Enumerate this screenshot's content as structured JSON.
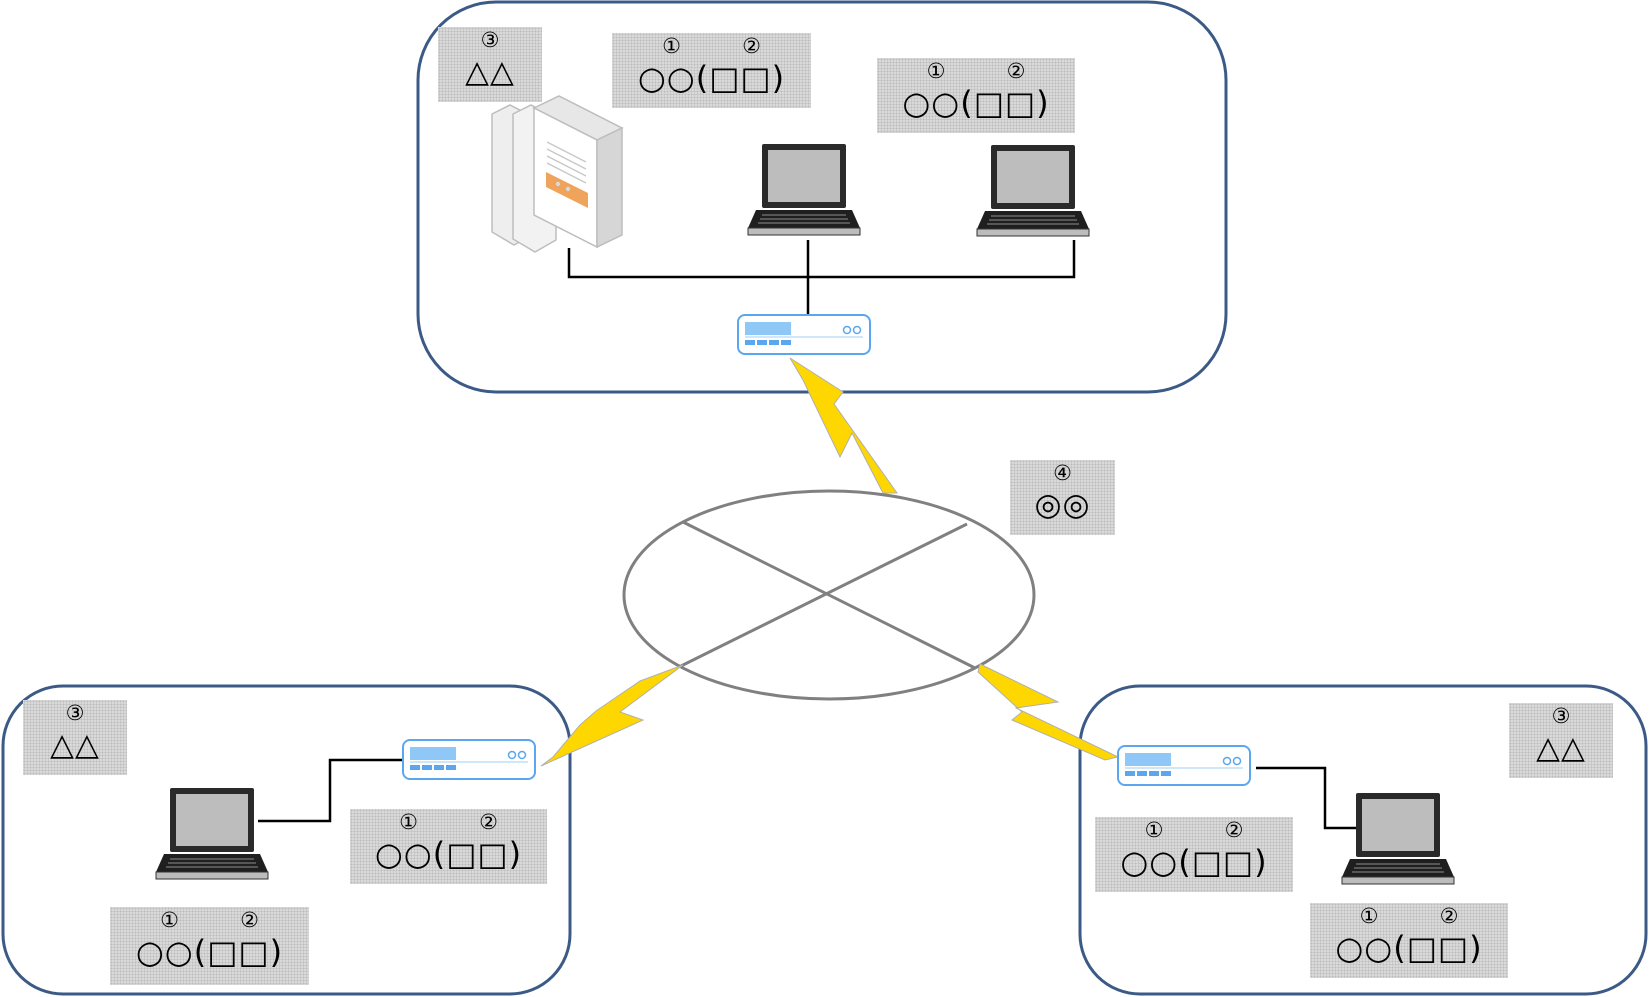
{
  "colors": {
    "site_border": "#3b5a86",
    "wan_ellipse": "#808080",
    "lightning": "#ffd700",
    "router_blue": "#5aa7f0",
    "label_bg": "#d9d9d9"
  },
  "sites": {
    "top": {
      "label_site": {
        "num": "③",
        "text": "△△"
      },
      "label_pc_a": {
        "num1": "①",
        "num2": "②",
        "text": "○○(□□)"
      },
      "label_pc_b": {
        "num1": "①",
        "num2": "②",
        "text": "○○(□□)"
      }
    },
    "left": {
      "label_site": {
        "num": "③",
        "text": "△△"
      },
      "label_router": {
        "num1": "①",
        "num2": "②",
        "text": "○○(□□)"
      },
      "label_pc": {
        "num1": "①",
        "num2": "②",
        "text": "○○(□□)"
      }
    },
    "right": {
      "label_site": {
        "num": "③",
        "text": "△△"
      },
      "label_router": {
        "num1": "①",
        "num2": "②",
        "text": "○○(□□)"
      },
      "label_pc": {
        "num1": "①",
        "num2": "②",
        "text": "○○(□□)"
      }
    }
  },
  "wan": {
    "label": {
      "num": "④",
      "text": "◎◎"
    }
  },
  "icons": {
    "server": "server-icon",
    "laptop": "laptop-icon",
    "router": "router-icon",
    "lightning": "lightning-icon",
    "network": "network-cloud-icon"
  }
}
